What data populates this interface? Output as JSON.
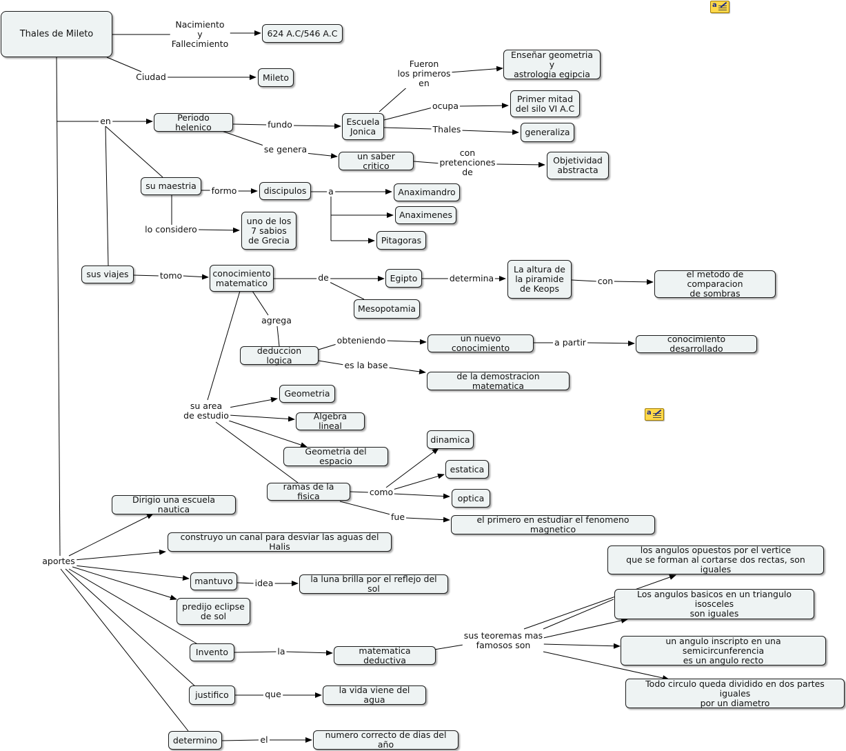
{
  "map": {
    "nodes": {
      "thales": "Thales de Mileto",
      "fecha": "624 A.C/546 A.C",
      "mileto": "Mileto",
      "periodo": "Periodo helenico",
      "escuela": "Escuela\nJonica",
      "ensenar": "Enseñar geometria y\nastrologia egipcia",
      "primer_mitad": "Primer mitad\ndel silo VI A.C",
      "generaliza": "generaliza",
      "saber": "un saber critico",
      "objetividad": "Objetividad\nabstracta",
      "maestria": "su maestria",
      "discipulos": "discipulos",
      "anaximandro": "Anaximandro",
      "anaximenes": "Anaximenes",
      "pitagoras": "Pitagoras",
      "sabios": "uno de los\n7 sabios\nde Grecia",
      "viajes": "sus viajes",
      "conocimiento": "conocimiento\nmatematico",
      "egipto": "Egipto",
      "mesopotamia": "Mesopotamia",
      "altura": "La altura de\nla piramide\nde Keops",
      "metodo": "el metodo de comparacion\nde sombras",
      "deduccion": "deduccion logica",
      "nuevo": "un nuevo conocimiento",
      "desarrollado": "conocimiento desarrollado",
      "demostracion": "de la demostracion matematica",
      "geometria": "Geometria",
      "algebra": "Algebra lineal",
      "geo_espacio": "Geometria del espacio",
      "fisica": "ramas de la fisica",
      "dinamica": "dinamica",
      "estatica": "estatica",
      "optica": "optica",
      "magnetico": "el primero en estudiar el fenomeno magnetico",
      "nautica": "Dirigio una escuela nautica",
      "canal": "construyo un canal para desviar las aguas del Halis",
      "mantuvo": "mantuvo",
      "luna": "la luna brilla por el reflejo del sol",
      "eclipse": "predijo eclipse\nde sol",
      "invento": "Invento",
      "mat_deductiva": "matematica deductiva",
      "justifico": "justifico",
      "vida": "la vida viene del agua",
      "determino": "determino",
      "dias": "numero correcto de dias del año",
      "angulos_opuestos": "los angulos opuestos por el vertice\nque se forman al cortarse dos rectas, son iguales",
      "isosceles": "Los angulos basicos en un triangulo isosceles\nson iguales",
      "semicircunferencia": "un angulo inscripto en una semicircunferencia\nes un angulo recto",
      "circulo": "Todo circulo queda dividido en dos partes iguales\npor un diametro"
    },
    "links": {
      "nacimiento": "Nacimiento\ny\nFallecimiento",
      "ciudad": "Ciudad",
      "en": "en",
      "fundo": "fundo",
      "fueron": "Fueron\nlos primeros\nen",
      "ocupa": "ocupa",
      "thales": "Thales",
      "se_genera": "se genera",
      "pretenciones": "con\npretenciones\nde",
      "formo": "formo",
      "a": "a",
      "lo_considero": "lo considero",
      "tomo": "tomo",
      "de": "de",
      "determina": "determina",
      "con": "con",
      "agrega": "agrega",
      "obteniendo": "obteniendo",
      "a_partir": "a partir",
      "es_la_base": "es la base",
      "su_area": "su area\nde estudio",
      "como": "como",
      "fue": "fue",
      "aportes": "aportes",
      "idea": "idea",
      "la": "la",
      "teoremas": "sus teoremas mas\nfamosos son",
      "que": "que",
      "el": "el"
    }
  }
}
